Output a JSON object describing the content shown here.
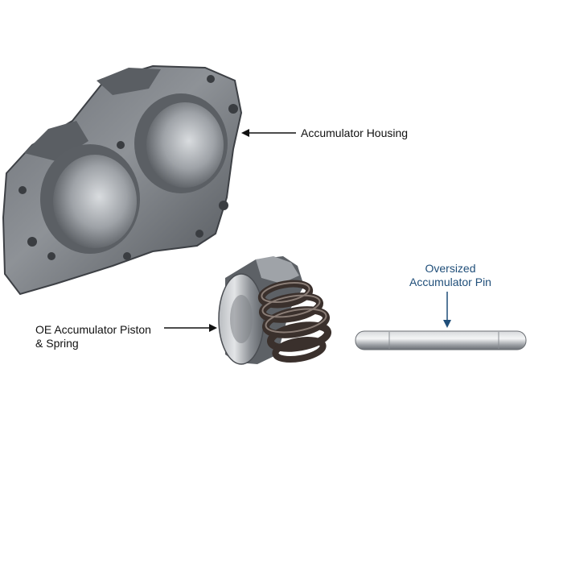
{
  "labels": {
    "housing": "Accumulator Housing",
    "piston_line1": "OE Accumulator Piston",
    "piston_line2": "& Spring",
    "pin_line1": "Oversized",
    "pin_line2": "Accumulator Pin"
  },
  "colors": {
    "background": "#ffffff",
    "label_black": "#111111",
    "label_blue": "#1f4e79",
    "metal_dark": "#4a4d52",
    "metal_light": "#c9ccd0",
    "spring": "#3a302c"
  }
}
